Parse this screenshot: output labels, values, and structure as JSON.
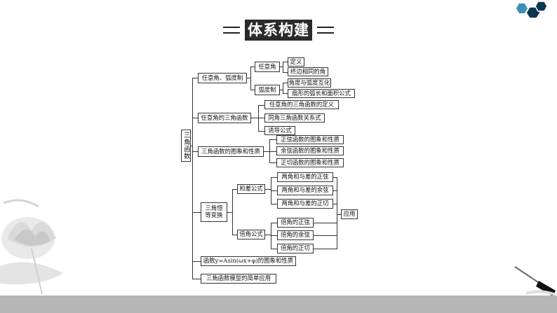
{
  "title": "体系构建",
  "root": "三角函数",
  "branches": {
    "b1": {
      "label": "任意角、弧度制",
      "sub1": {
        "label": "任意角",
        "items": [
          "定义",
          "终边相同的角"
        ]
      },
      "sub2": {
        "label": "弧度制",
        "items": [
          "角度与弧度互化",
          "扇形的弧长和面积公式"
        ]
      }
    },
    "b2": {
      "label": "任意角的三角函数",
      "items": [
        "任意角的三角函数的定义",
        "同角三角函数关系式",
        "诱导公式"
      ]
    },
    "b3": {
      "label": "三角函数的图象和性质",
      "items": [
        "正弦函数的图象和性质",
        "余弦函数的图象和性质",
        "正切函数的图象和性质"
      ]
    },
    "b4": {
      "label_line1": "三角恒",
      "label_line2": "等变换",
      "sub1": {
        "label": "和差公式",
        "items": [
          "两角和与差的正弦",
          "两角和与差的余弦",
          "两角和与差的正切"
        ]
      },
      "sub2": {
        "label": "倍角公式",
        "items": [
          "倍角的正弦",
          "倍角的余弦",
          "倍角的正切"
        ]
      },
      "application": "应用"
    },
    "b5": {
      "label": "函数y=Asin(ωx+φ)的图象和性质"
    },
    "b6": {
      "label": "三角函数模型的简单应用"
    }
  },
  "colors": {
    "title_bg": "#2b2b2b",
    "hex_dark": "#0d3550",
    "hex_light": "#3d8fb8",
    "bottom_bar": "#b7b7b7"
  },
  "decorations": {
    "top_right": "hexagon-icons",
    "bottom_left": "lotus-flower-image",
    "bottom_right": "brush-pen-image"
  }
}
